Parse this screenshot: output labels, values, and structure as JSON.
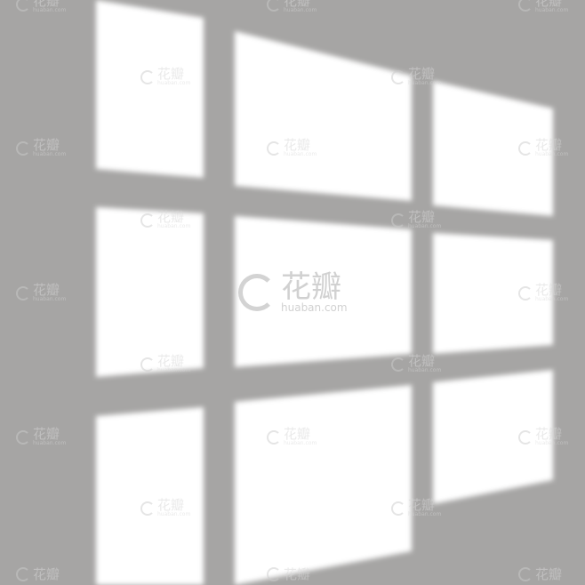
{
  "image": {
    "subject": "window-light-shadow-overlay",
    "colors": {
      "wall": "#a6a5a4",
      "light": "#ffffff"
    }
  },
  "watermark": {
    "brand": "花瓣",
    "domain": "huaban.com"
  }
}
